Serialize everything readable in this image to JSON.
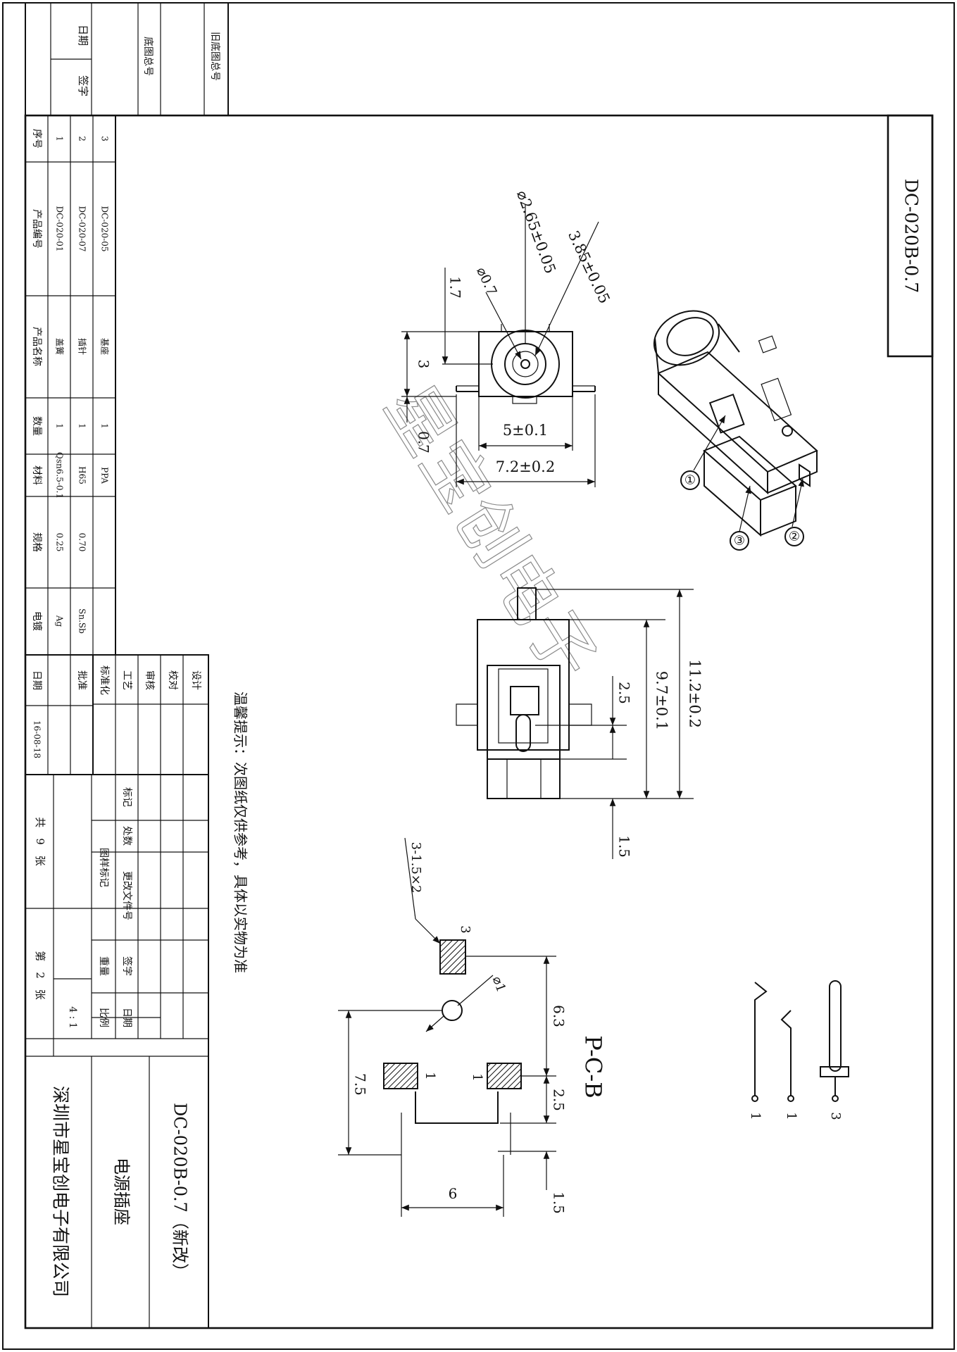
{
  "drawing_code_box": "DC-020B-0.7",
  "reminder": "温馨提示：次图纸仅供参考，具体以实物为准",
  "watermark": "星宝创电子",
  "top_block": {
    "date": "日期",
    "signature": "签字",
    "base_no": "底图总号",
    "old_base_no": "旧底图总号"
  },
  "bom": {
    "headers": [
      "序号",
      "产品编号",
      "产品名称",
      "数量",
      "材料",
      "规格",
      "电镀"
    ],
    "rows": [
      [
        "1",
        "DC-020-01",
        "盖簧",
        "1",
        "Qsn6.5-0.1",
        "0.25",
        "Ag"
      ],
      [
        "2",
        "DC-020-07",
        "插针",
        "1",
        "H65",
        "0.70",
        "Sn.Sb"
      ],
      [
        "3",
        "DC-020-05",
        "基座",
        "1",
        "PPA",
        "",
        ""
      ]
    ]
  },
  "approval": {
    "roles": [
      "设计",
      "校对",
      "审核",
      "工艺",
      "标准化",
      "批准"
    ],
    "date_label": "日期",
    "date_value": "16-08-18"
  },
  "revision": {
    "mark": "标记",
    "count": "处数",
    "change_doc": "更改文件号",
    "sign": "签字",
    "date": "日期",
    "sample_mark": "图样标记",
    "weight": "重量",
    "scale": "比例",
    "scale_value": "4 : 1"
  },
  "sheets": {
    "total": "共　9　张",
    "current": "第　2　张"
  },
  "title": {
    "code": "DC-020B-0.7（新改）",
    "name": "电源插座",
    "company": "深圳市星宝创电子有限公司"
  },
  "front_dims": {
    "d1": "⌀2.65±0.05",
    "d2": "3.85±0.05",
    "d3": "⌀0.7",
    "h1": "1.7",
    "h2": "3",
    "h3": "0.7",
    "w1": "5±0.1",
    "w2": "7.2±0.2"
  },
  "top_dims": {
    "l1": "11.2±0.2",
    "l2": "9.7±0.1",
    "l3": "2.5",
    "l4": "1.5"
  },
  "callouts": [
    "①",
    "②",
    "③"
  ],
  "pcb": {
    "label": "P-C-B",
    "hole_note": "3-1.5×2",
    "hole_dia": "⌀1",
    "pad3": "3",
    "pad1a": "1",
    "pad1b": "1",
    "dims": {
      "a": "6.3",
      "b": "2.5",
      "c": "1.5",
      "d": "7.5",
      "e": "6"
    }
  },
  "schematic": {
    "pins": [
      "3",
      "1",
      "1"
    ]
  }
}
